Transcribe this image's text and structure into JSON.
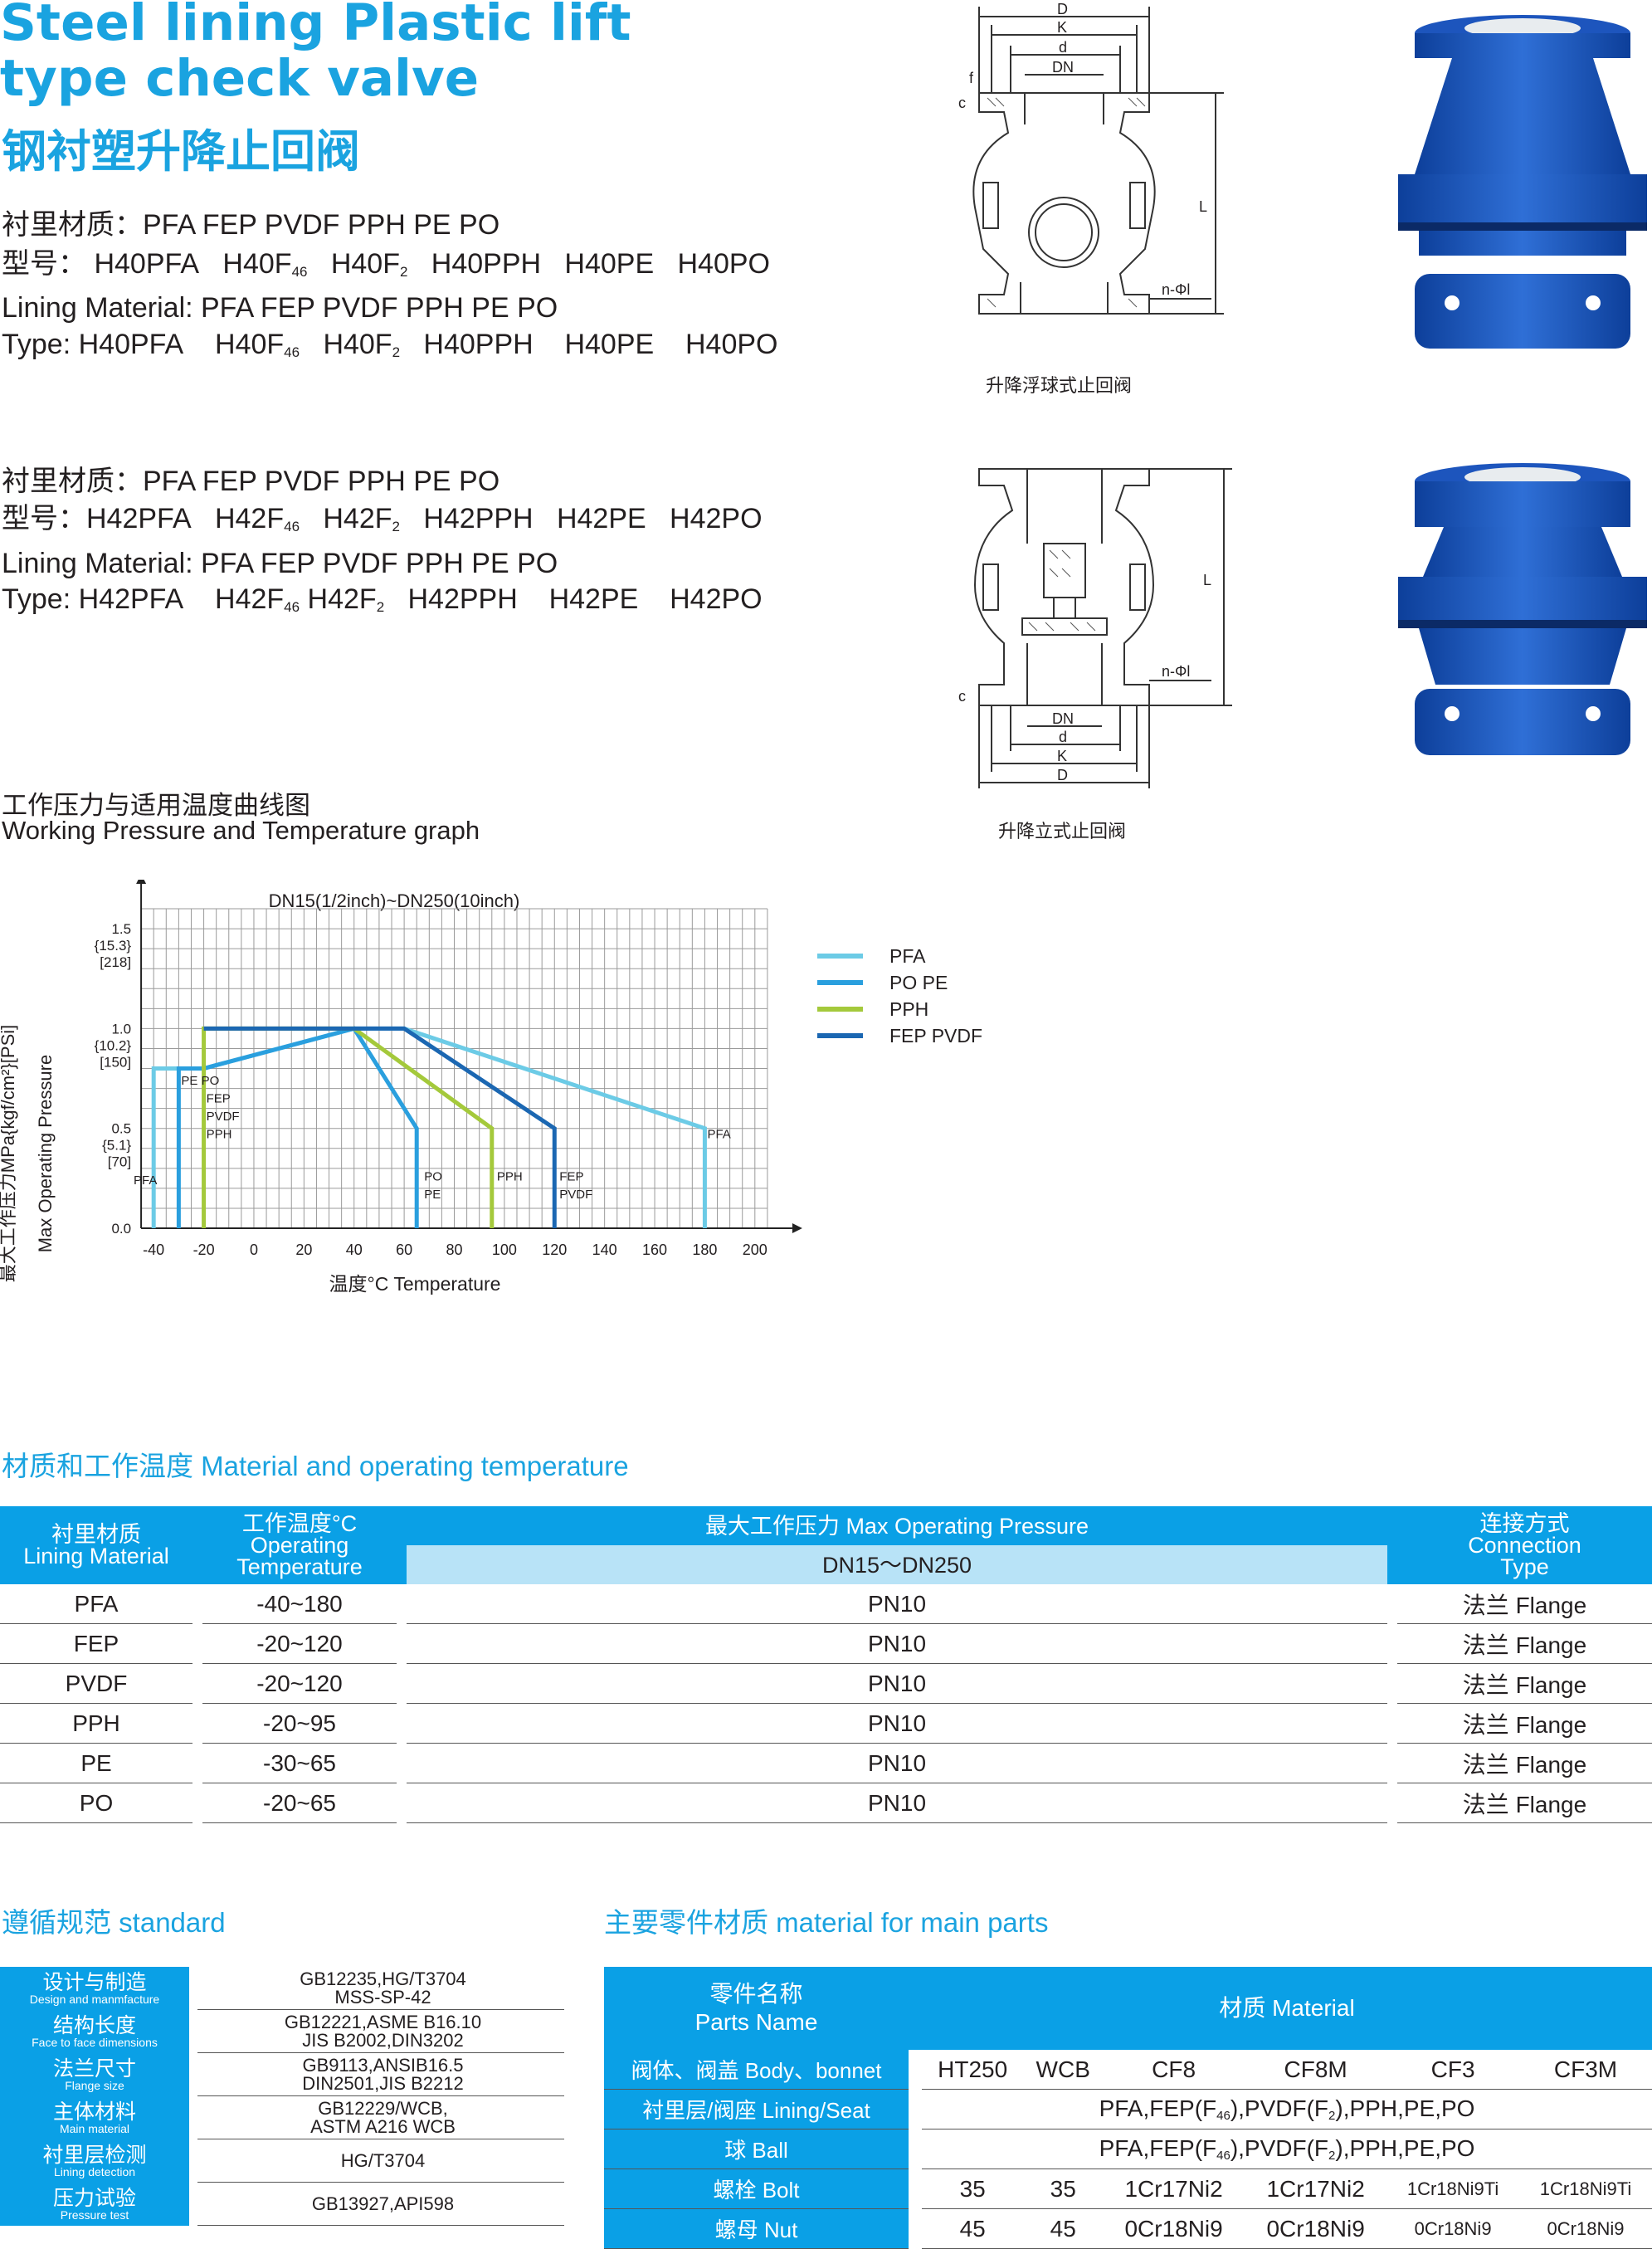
{
  "header": {
    "title_en_line1": "Steel lining Plastic lift",
    "title_en_line2": "type check valve",
    "title_zh": "钢衬塑升降止回阀"
  },
  "h40": {
    "lining_zh": "衬里材质：PFA  FEP  PVDF  PPH  PE  PO",
    "type_zh_prefix": "型号：",
    "lining_en": "Lining Material: PFA  FEP  PVDF  PPH  PE  PO",
    "type_en_prefix": "Type: ",
    "models": [
      "H40PFA",
      "H40F",
      "46",
      "H40F",
      "2",
      "H40PPH",
      "H40PE",
      "H40PO"
    ]
  },
  "h42": {
    "lining_zh": "衬里材质：PFA  FEP  PVDF  PPH  PE  PO",
    "type_zh_prefix": "型号：",
    "lining_en": "Lining Material: PFA  FEP  PVDF  PPH  PE  PO",
    "type_en_prefix": "Type: ",
    "models": [
      "H42PFA",
      "H42F",
      "46",
      "H42F",
      "2",
      "H42PPH",
      "H42PE",
      "H42PO"
    ]
  },
  "drawings": {
    "caption_ball": "升降浮球式止回阀",
    "caption_vertical": "升降立式止回阀",
    "dims": [
      "D",
      "K",
      "d",
      "DN",
      "c",
      "f",
      "L",
      "n-Φl"
    ]
  },
  "graph": {
    "title_zh": "工作压力与适用温度曲线图",
    "title_en": "Working Pressure and Temperature graph"
  },
  "chart_data": {
    "type": "line",
    "title": "DN15(1/2inch)~DN250(10inch)",
    "xlabel": "温度°C   Temperature",
    "ylabel_zh": "最大工作压力MPa{kgf/cm²}[PSi]",
    "ylabel_en": "Max Operating Pressure",
    "xlim": [
      -50,
      210
    ],
    "ylim": [
      0,
      1.6
    ],
    "xticks": [
      -40,
      -20,
      0,
      20,
      40,
      60,
      80,
      100,
      120,
      140,
      160,
      180,
      200
    ],
    "yticks": [
      {
        "v": 1.5,
        "l": [
          "1.5",
          "{15.3}",
          "[218]"
        ]
      },
      {
        "v": 1.0,
        "l": [
          "1.0",
          "{10.2}",
          "[150]"
        ]
      },
      {
        "v": 0.5,
        "l": [
          "0.5",
          "{5.1}",
          "[70]"
        ]
      },
      {
        "v": 0.0,
        "l": [
          "0.0"
        ]
      }
    ],
    "grid": true,
    "legend_position": "right",
    "series": [
      {
        "name": "PFA",
        "color": "#6ccbe6",
        "x": [
          -40,
          -40,
          -20,
          40,
          60,
          180,
          180
        ],
        "y": [
          0,
          0.8,
          0.8,
          1.0,
          1.0,
          0.5,
          0
        ]
      },
      {
        "name": "PO PE",
        "color": "#2a9fde",
        "x": [
          -30,
          -30,
          -20,
          40,
          65,
          65
        ],
        "y": [
          0,
          0.8,
          0.8,
          1.0,
          0.5,
          0
        ]
      },
      {
        "name": "PPH",
        "color": "#a4c93b",
        "x": [
          -20,
          -20,
          40,
          95,
          95
        ],
        "y": [
          0,
          1.0,
          1.0,
          0.5,
          0
        ]
      },
      {
        "name": "FEP PVDF",
        "color": "#1b67b2",
        "x": [
          -20,
          40,
          60,
          120,
          120
        ],
        "y": [
          1.0,
          1.0,
          1.0,
          0.5,
          0
        ]
      }
    ],
    "annotations": [
      {
        "text": "PFA",
        "x": -48,
        "y": 0.22
      },
      {
        "text": "PE PO",
        "x": -29,
        "y": 0.72
      },
      {
        "text": "FEP",
        "x": -19,
        "y": 0.63
      },
      {
        "text": "PVDF",
        "x": -19,
        "y": 0.54
      },
      {
        "text": "PPH",
        "x": -19,
        "y": 0.45
      },
      {
        "text": "PO",
        "x": 68,
        "y": 0.24
      },
      {
        "text": "PE",
        "x": 68,
        "y": 0.15
      },
      {
        "text": "PPH",
        "x": 97,
        "y": 0.24
      },
      {
        "text": "FEP",
        "x": 122,
        "y": 0.24
      },
      {
        "text": "PVDF",
        "x": 122,
        "y": 0.15
      },
      {
        "text": "PFA",
        "x": 181,
        "y": 0.45
      }
    ]
  },
  "material_section": {
    "title": "材质和工作温度  Material and operating temperature",
    "col_lining_zh": "衬里材质",
    "col_lining_en": "Lining Material",
    "col_temp_zh": "工作温度°C",
    "col_temp_en1": "Operating",
    "col_temp_en2": "Temperature",
    "col_pressure": "最大工作压力 Max Operating Pressure",
    "col_pressure_sub": "DN15～DN250",
    "col_conn_zh": "连接方式",
    "col_conn_en1": "Connection",
    "col_conn_en2": "Type",
    "rows": [
      {
        "m": "PFA",
        "t": "-40~180",
        "p": "PN10",
        "c": "法兰 Flange"
      },
      {
        "m": "FEP",
        "t": "-20~120",
        "p": "PN10",
        "c": "法兰 Flange"
      },
      {
        "m": "PVDF",
        "t": "-20~120",
        "p": "PN10",
        "c": "法兰 Flange"
      },
      {
        "m": "PPH",
        "t": "-20~95",
        "p": "PN10",
        "c": "法兰 Flange"
      },
      {
        "m": "PE",
        "t": "-30~65",
        "p": "PN10",
        "c": "法兰 Flange"
      },
      {
        "m": "PO",
        "t": "-20~65",
        "p": "PN10",
        "c": "法兰 Flange"
      }
    ]
  },
  "standard": {
    "title": "遵循规范  standard",
    "rows": [
      {
        "zh": "设计与制造",
        "en": "Design and manmfacture",
        "v1": "GB12235,HG/T3704",
        "v2": "MSS-SP-42"
      },
      {
        "zh": "结构长度",
        "en": "Face to face dimensions",
        "v1": "GB12221,ASME B16.10",
        "v2": "JIS B2002,DIN3202"
      },
      {
        "zh": "法兰尺寸",
        "en": "Flange size",
        "v1": "GB9113,ANSIB16.5",
        "v2": "DIN2501,JIS B2212"
      },
      {
        "zh": "主体材料",
        "en": "Main material",
        "v1": "GB12229/WCB,",
        "v2": "ASTM A216  WCB"
      },
      {
        "zh": "衬里层检测",
        "en": "Lining detection",
        "v1": "HG/T3704",
        "v2": ""
      },
      {
        "zh": "压力试验",
        "en": "Pressure test",
        "v1": "GB13927,API598",
        "v2": ""
      }
    ]
  },
  "parts": {
    "title": "主要零件材质  material for main parts",
    "col_name_zh": "零件名称",
    "col_name_en": "Parts Name",
    "col_material": "材质 Material",
    "body": {
      "label": "阀体、阀盖 Body、bonnet",
      "values": [
        "HT250",
        "WCB",
        "CF8",
        "CF8M",
        "CF3",
        "CF3M"
      ]
    },
    "lining": {
      "label": "衬里层/阀座 Lining/Seat",
      "pre": "PFA,FEP(F",
      "sub1": "46",
      "mid": "),PVDF(F",
      "sub2": "2",
      "post": "),PPH,PE,PO"
    },
    "ball": {
      "label": "球 Ball",
      "pre": "PFA,FEP(F",
      "sub1": "46",
      "mid": "),PVDF(F",
      "sub2": "2",
      "post": "),PPH,PE,PO"
    },
    "bolt": {
      "label": "螺栓 Bolt",
      "values": [
        "35",
        "35",
        "1Cr17Ni2",
        "1Cr17Ni2",
        "1Cr18Ni9Ti",
        "1Cr18Ni9Ti"
      ]
    },
    "nut": {
      "label": "螺母 Nut",
      "values": [
        "45",
        "45",
        "0Cr18Ni9",
        "0Cr18Ni9",
        "0Cr18Ni9",
        "0Cr18Ni9"
      ]
    }
  }
}
